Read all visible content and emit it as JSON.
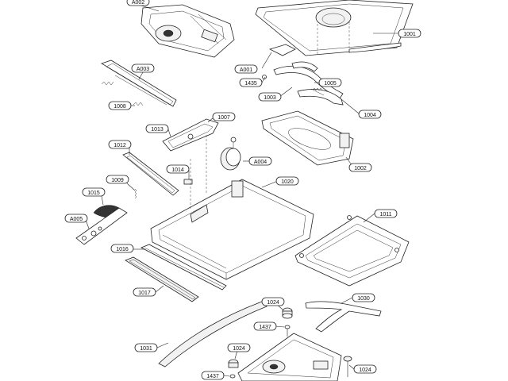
{
  "diagram": {
    "title": "Exploded view",
    "labels": {
      "a002": "A002",
      "a001": "A001",
      "a003": "A003",
      "a004": "A004",
      "a005": "A005",
      "p1001": "1001",
      "p1002": "1002",
      "p1003": "1003",
      "p1004": "1004",
      "p1005": "1005",
      "p1007": "1007",
      "p1008": "1008",
      "p1009": "1009",
      "p1011": "1011",
      "p1012": "1012",
      "p1013": "1013",
      "p1014": "1014",
      "p1015": "1015",
      "p1016": "1016",
      "p1017": "1017",
      "p1020": "1020",
      "p1024a": "1024",
      "p1024b": "1024",
      "p1024c": "1024",
      "p1030": "1030",
      "p1031": "1031",
      "p1435": "1435",
      "p1437a": "1437",
      "p1437b": "1437"
    }
  }
}
